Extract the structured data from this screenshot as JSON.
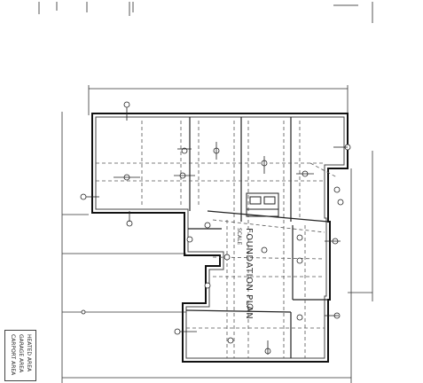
{
  "plan": {
    "title": "FOUNDATION PLAN",
    "scale": "SCALE",
    "notes": [
      "HEATED AREA",
      "GARAGE AREA",
      "CARPORT AREA"
    ]
  },
  "colors": {
    "line": "#222222",
    "dash": "#555555",
    "paper": "#ffffff"
  }
}
